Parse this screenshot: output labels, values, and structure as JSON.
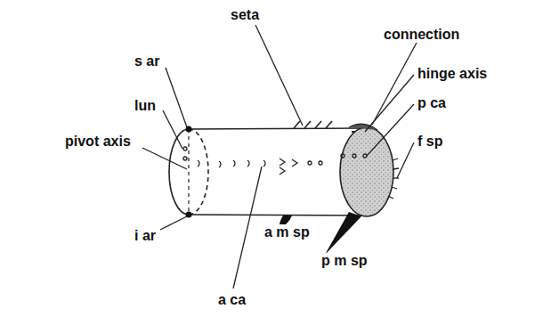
{
  "diagram": {
    "labels": [
      "seta",
      "connection",
      "s ar",
      "hinge axis",
      "lun",
      "p ca",
      "pivot axis",
      "f sp",
      "i ar",
      "a m sp",
      "p m sp",
      "a ca"
    ]
  }
}
